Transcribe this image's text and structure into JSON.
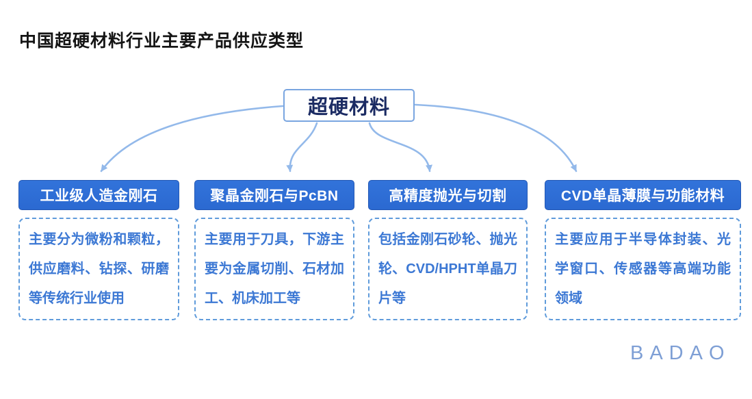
{
  "title": "中国超硬材料行业主要产品供应类型",
  "center_node": {
    "label": "超硬材料"
  },
  "categories": [
    {
      "header": "工业级人造金刚石",
      "description": "主要分为微粉和颗粒，供应磨料、钻探、研磨等传统行业使用"
    },
    {
      "header": "聚晶金刚石与PcBN",
      "description": "主要用于刀具，下游主要为金属切削、石材加工、机床加工等"
    },
    {
      "header": "高精度抛光与切割",
      "description": "包括金刚石砂轮、抛光轮、CVD/HPHT单晶刀片等"
    },
    {
      "header": "CVD单晶薄膜与功能材料",
      "description": "主要应用于半导体封装、光学窗口、传感器等高端功能领域"
    }
  ],
  "watermark": "BADAO",
  "colors": {
    "title_text": "#141414",
    "header_bg": "#2b69d1",
    "header_bg_top": "#3273da",
    "header_border": "#2257b4",
    "header_text": "#ffffff",
    "dashed_border": "#5f9bdb",
    "desc_text": "#3c78d4",
    "center_text": "#1b2b63",
    "center_border": "#79a5e0",
    "arrow": "#93b9ea",
    "watermark": "#7e9fd5"
  }
}
